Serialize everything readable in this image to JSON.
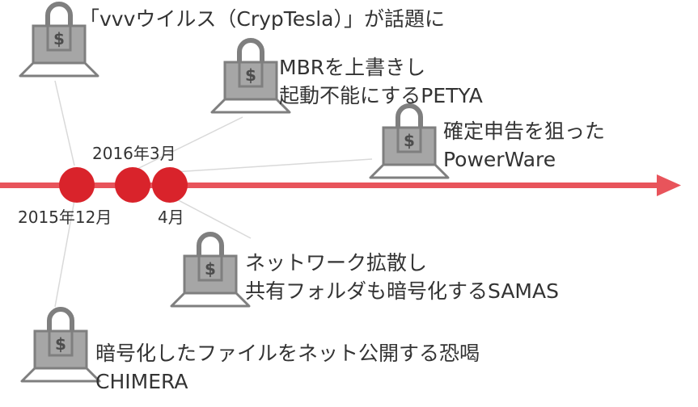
{
  "dates": {
    "dec2015": "2015年12月",
    "mar2016": "2016年3月",
    "apr": "4月"
  },
  "events": [
    {
      "lines": [
        "「vvvウイルス（CrypTesla）」が話題に"
      ]
    },
    {
      "lines": [
        "MBRを上書きし",
        "起動不能にするPETYA"
      ]
    },
    {
      "lines": [
        "確定申告を狙った",
        "PowerWare"
      ]
    },
    {
      "lines": [
        "ネットワーク拡散し",
        "共有フォルダも暗号化するSAMAS"
      ]
    },
    {
      "lines": [
        "暗号化したファイルをネット公開する恐喝",
        "CHIMERA"
      ]
    }
  ],
  "icons": {
    "laptop_lock": "laptop-padlock-dollar-icon",
    "lock_symbol": "$"
  },
  "colors": {
    "timeline": "#e8545b",
    "milestone": "#d9232b",
    "icon_fill": "#a6a6a6",
    "icon_stroke": "#7f7f7f",
    "connector": "#d9d9d9",
    "text": "#333333"
  }
}
